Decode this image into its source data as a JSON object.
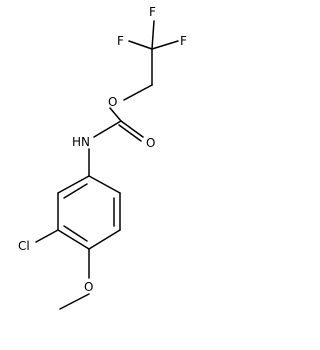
{
  "molecule": {
    "atoms": {
      "f1": "F",
      "f2": "F",
      "f3": "F",
      "o_ether": "O",
      "o_carbonyl": "O",
      "nh": "HN",
      "cl": "Cl",
      "o_methoxy": "O"
    }
  }
}
